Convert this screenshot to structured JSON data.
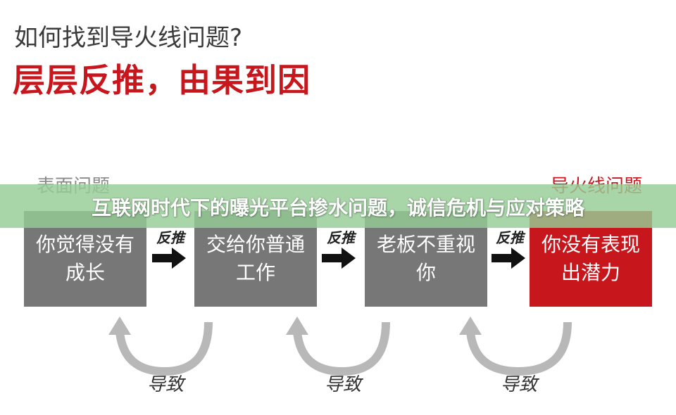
{
  "header": {
    "question": "如何找到导火线问题?",
    "headline": "层层反推，由果到因"
  },
  "labels": {
    "surface": "表面问题",
    "fuse": "导火线问题"
  },
  "banner": {
    "text": "互联网时代下的曝光平台掺水问题，诚信危机与应对策略"
  },
  "boxes": [
    {
      "text": "你觉得没有成长",
      "color": "#777777"
    },
    {
      "text": "交给你普通工作",
      "color": "#777777"
    },
    {
      "text": "老板不重视你",
      "color": "#777777"
    },
    {
      "text": "你没有表现出潜力",
      "color": "#c8161d"
    }
  ],
  "connectors": {
    "reverse_label": "反推",
    "leads_to_label": "导致"
  },
  "colors": {
    "accent": "#c8161d",
    "box_gray": "#777777",
    "banner_green": "#96cd96"
  }
}
